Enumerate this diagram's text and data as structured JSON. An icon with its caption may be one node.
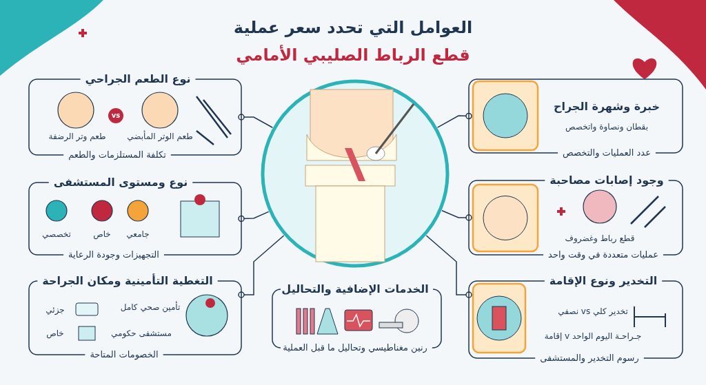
{
  "diagram": {
    "title": "العوامل التي تحدد سعر عملية",
    "nodes": [
      {
        "text": [],
        "shape": "picture"
      },
      {
        "text": [
          "خبرة وشهرة الجراح",
          "بقطان ونصاوة واتخصص",
          "عدد العمليات والتخصص"
        ]
      },
      {
        "text": [
          "نوع الطعم الجراحي",
          "طعم الوتر المأبضي",
          "vs",
          "طعم وتر الرضفة",
          "تكلفة المستلزمات والطعم"
        ]
      },
      {
        "text": [
          "وجود إصابات مصاحبة",
          "قطع رباط وغضروف",
          "عمليات متعددة في وقت واحد"
        ]
      },
      {
        "text": [
          "نوع ومستوى المستشفى",
          "جامعي",
          "خاص",
          "تخصصي",
          "التجهيزات وجودة الرعاية"
        ]
      },
      {
        "text": [
          "التخدير ونوع الإقامة",
          "تخدير كلي vs نصفي",
          "جـراحـة اليوم الواحد v إقامة",
          "رسوم التخدير والمستشفى"
        ]
      },
      {
        "text": [
          "التغطية التأمينية ومكان الجراحة",
          "تأمين صحي كامل",
          "جزئي",
          "مستشفى حكومي",
          "خاص",
          "الخصومات المتاحة"
        ]
      },
      {
        "text": [
          "الخدمات الإضافية والتحاليل",
          "رنين مغناطيسي وتحاليل ما قبل العملية"
        ]
      }
    ],
    "edges": [
      {
        "from": 1,
        "to": 0,
        "arrow": "other"
      },
      {
        "from": 2,
        "to": 0,
        "arrow": "other"
      },
      {
        "from": 3,
        "to": 0,
        "arrow": "other"
      },
      {
        "from": 4,
        "to": 0,
        "arrow": "other"
      },
      {
        "from": 5,
        "to": 0,
        "arrow": "other"
      },
      {
        "from": 6,
        "to": 0,
        "arrow": "other"
      }
    ],
    "labels": [
      "قطع الرباط الصليبي الأمامي"
    ]
  }
}
